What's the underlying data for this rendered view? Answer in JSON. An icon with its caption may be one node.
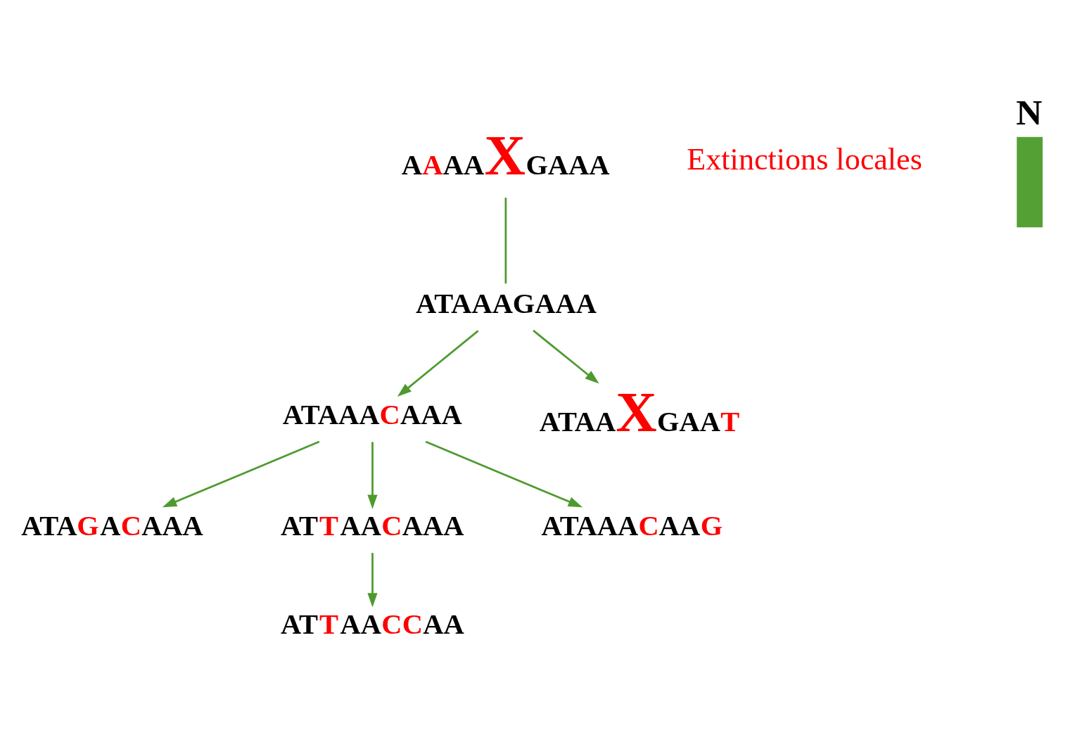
{
  "diagram": {
    "nodes": [
      {
        "text": [
          "AAAAXGAAA"
        ]
      },
      {
        "text": [
          "ATAAAGAAA"
        ]
      },
      {
        "text": [
          "ATAAXGAAT"
        ]
      },
      {
        "text": [
          "ATAAACAAA"
        ]
      },
      {
        "text": [
          "ATAGACAAA"
        ]
      },
      {
        "text": [
          "ATTAACAAA"
        ]
      },
      {
        "text": [
          "ATAAACAAG"
        ]
      },
      {
        "text": [
          "ATTAACCAA"
        ]
      }
    ],
    "edges": [
      {
        "from": 0,
        "to": 1,
        "arrow": "none"
      },
      {
        "from": 1,
        "to": 3,
        "arrow": "to"
      },
      {
        "from": 1,
        "to": 2,
        "arrow": "to"
      },
      {
        "from": 3,
        "to": 4,
        "arrow": "to"
      },
      {
        "from": 3,
        "to": 5,
        "arrow": "to"
      },
      {
        "from": 3,
        "to": 6,
        "arrow": "to"
      },
      {
        "from": 5,
        "to": 7,
        "arrow": "to"
      }
    ],
    "labels": [
      "Extinctions locales",
      "N"
    ]
  }
}
